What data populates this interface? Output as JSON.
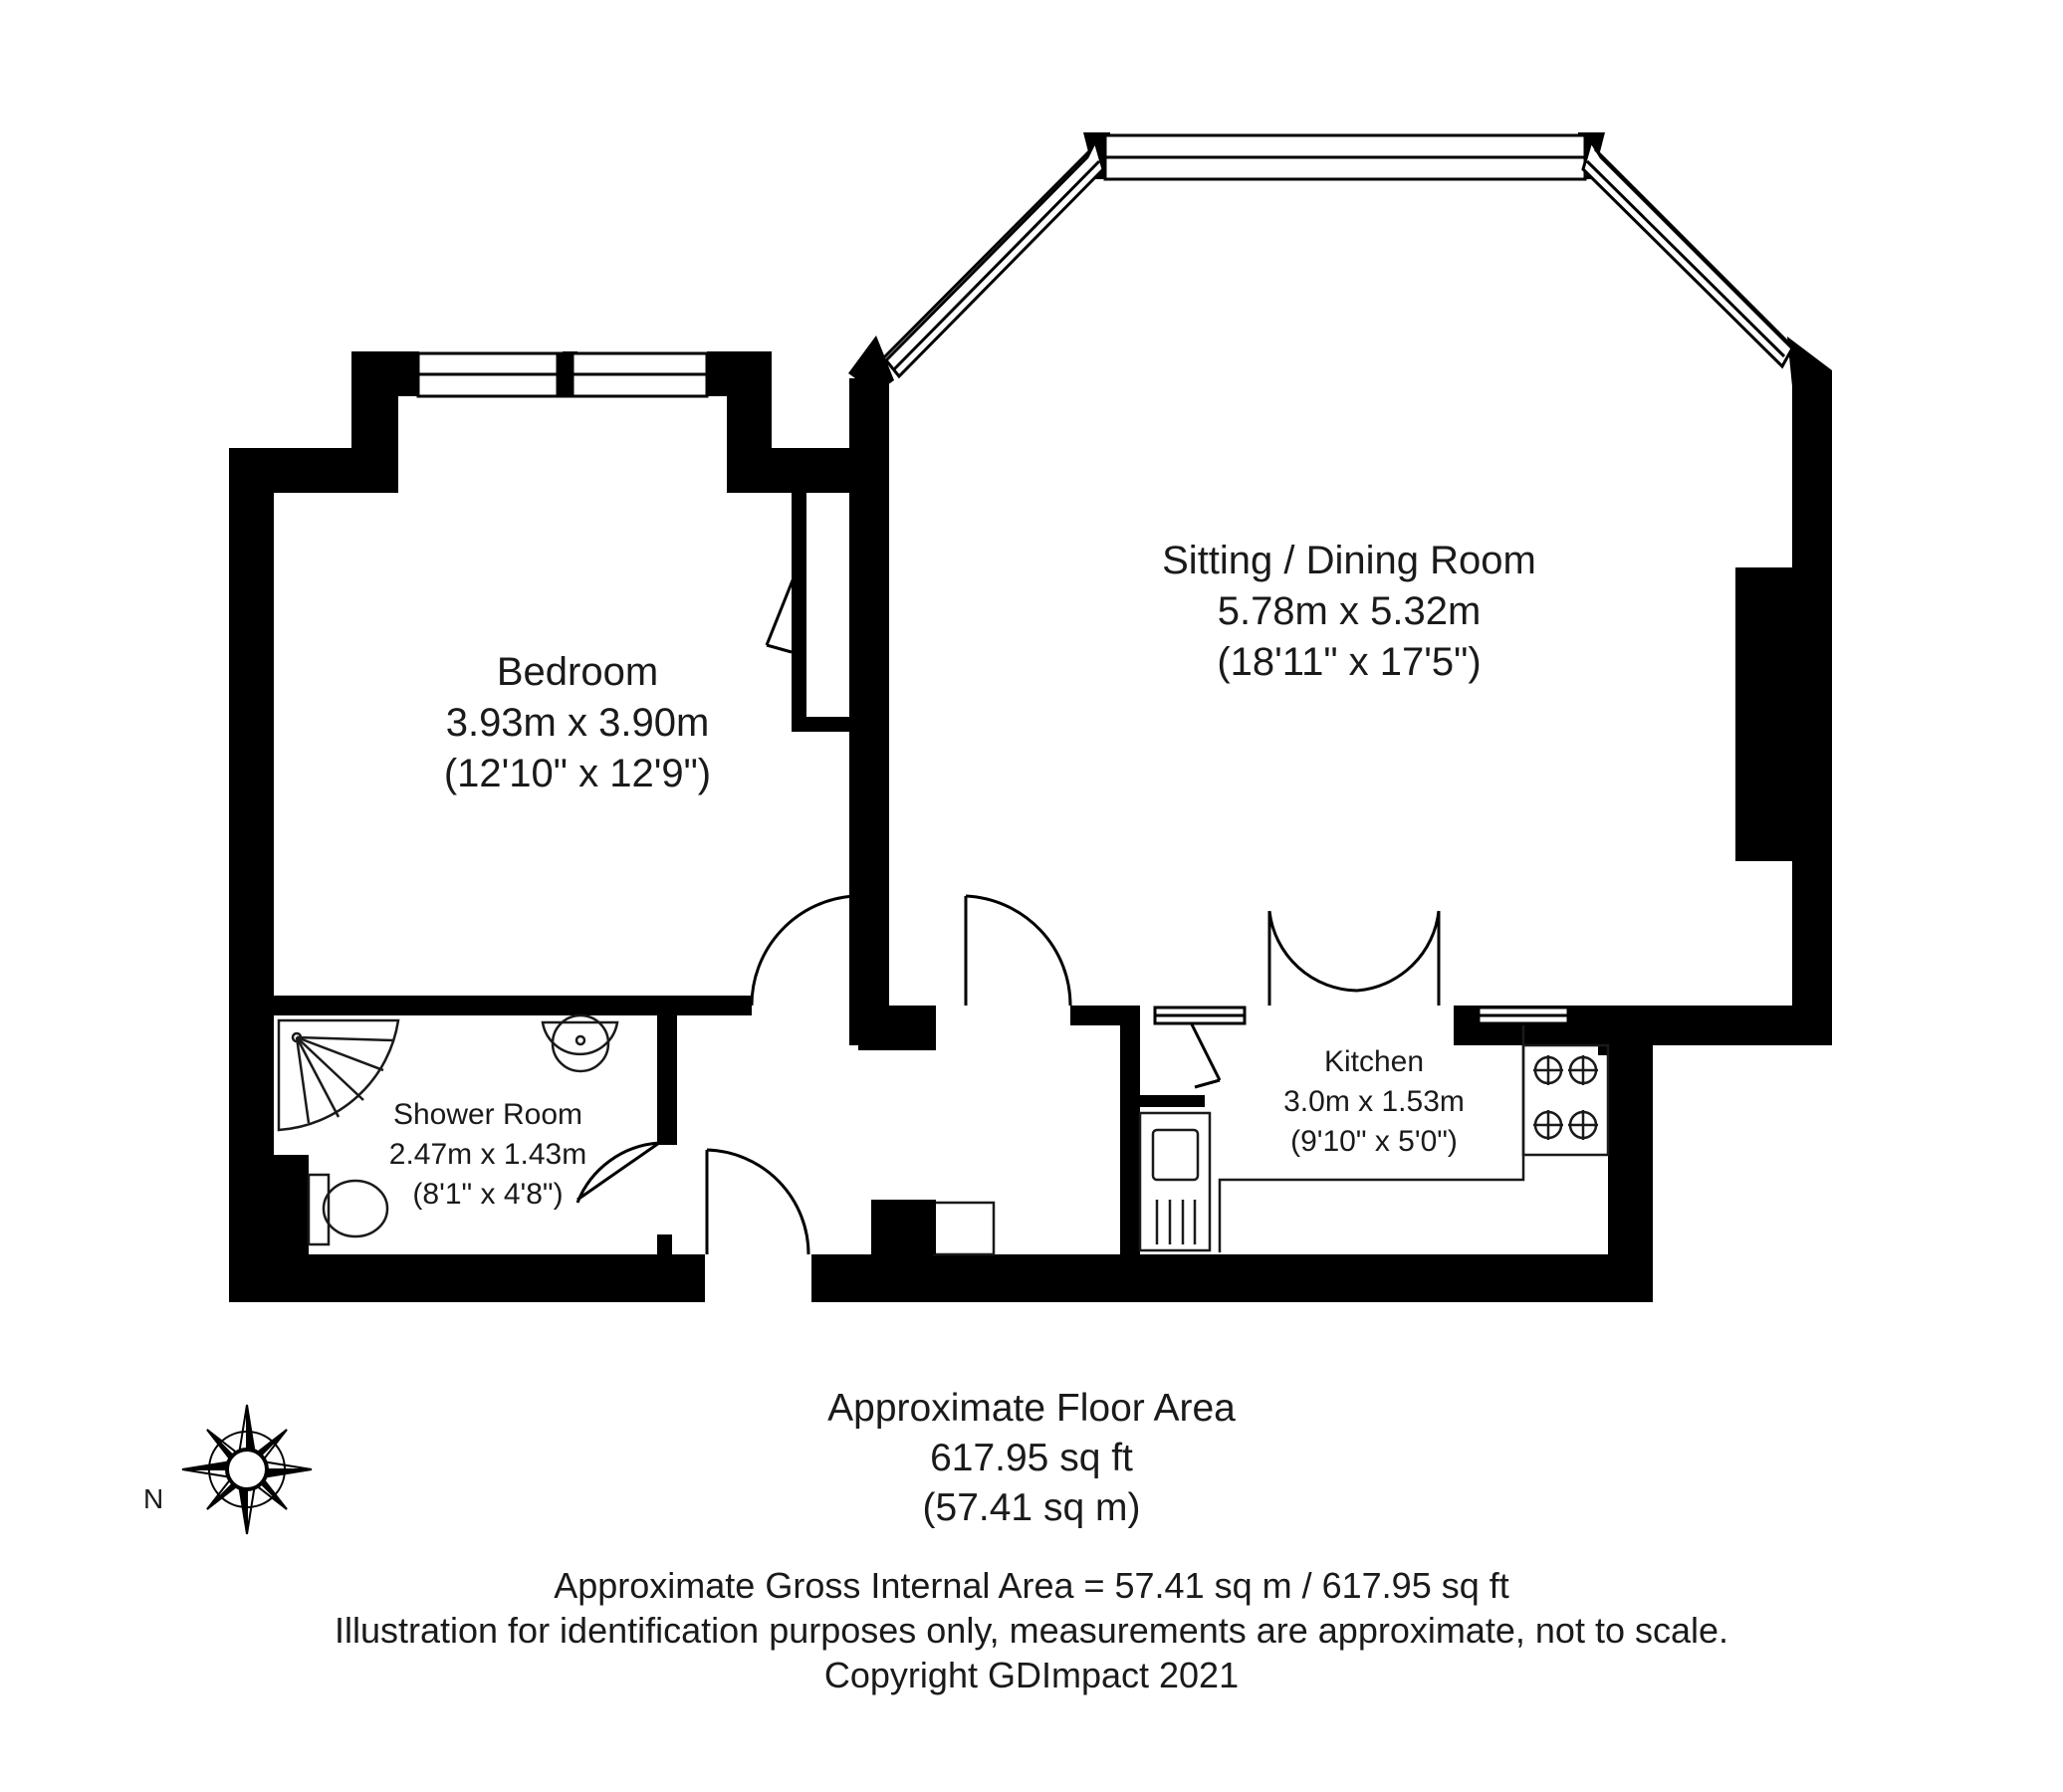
{
  "rooms": {
    "sitting": {
      "name": "Sitting / Dining Room",
      "metric": "5.78m x 5.32m",
      "imperial": "(18'11\" x 17'5\")"
    },
    "bedroom": {
      "name": "Bedroom",
      "metric": "3.93m x 3.90m",
      "imperial": "(12'10\" x 12'9\")"
    },
    "shower": {
      "name": "Shower Room",
      "metric": "2.47m x 1.43m",
      "imperial": "(8'1\" x 4'8\")"
    },
    "kitchen": {
      "name": "Kitchen",
      "metric": "3.0m x 1.53m",
      "imperial": "(9'10\" x 5'0\")"
    }
  },
  "floor_area": {
    "title": "Approximate Floor Area",
    "sq_ft": "617.95 sq ft",
    "sq_m": "(57.41 sq m)"
  },
  "footer": {
    "gross": "Approximate Gross Internal Area = 57.41 sq m / 617.95 sq ft",
    "disclaimer": "Illustration for identification purposes only, measurements are approximate, not to scale.",
    "copyright": "Copyright GDImpact 2021"
  },
  "compass": {
    "north_label": "N"
  },
  "colors": {
    "wall": "#000000",
    "line": "#1a1a1a",
    "background": "#ffffff"
  }
}
